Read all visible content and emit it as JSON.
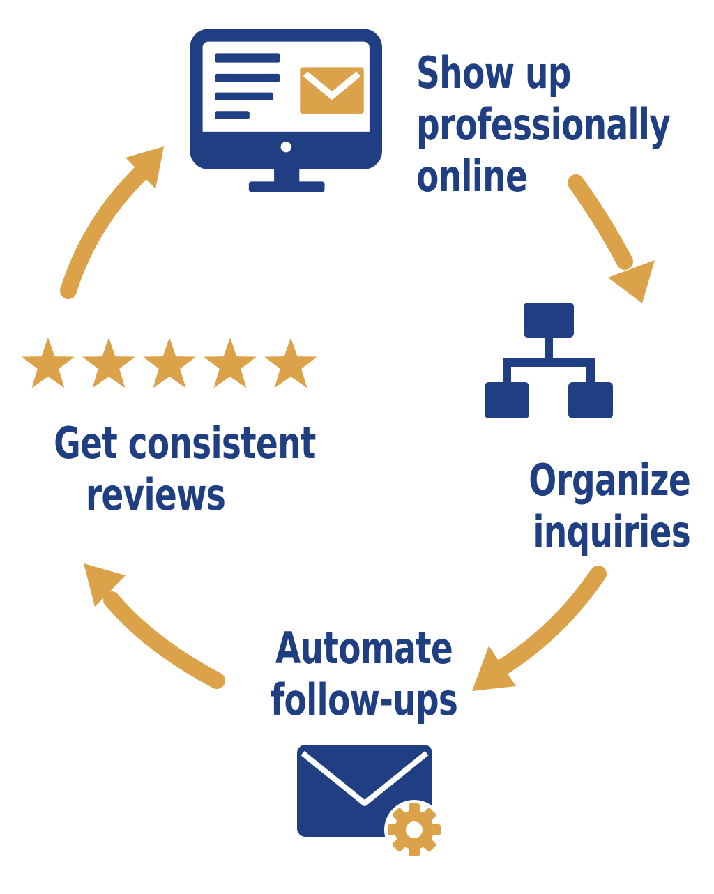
{
  "steps": [
    {
      "lines": [
        "Show up",
        "professionally",
        "online"
      ],
      "icon": "computer-monitor-email-icon"
    },
    {
      "lines": [
        "Organize",
        "inquiries"
      ],
      "icon": "org-chart-icon"
    },
    {
      "lines": [
        "Automate",
        "follow-ups"
      ],
      "icon": "envelope-gear-icon"
    },
    {
      "lines": [
        "Get consistent",
        "reviews"
      ],
      "icon": "five-stars-icon",
      "stars": 5
    }
  ],
  "colors": {
    "primary": "#1f3f82",
    "accent": "#dba24a",
    "background": "#ffffff"
  }
}
